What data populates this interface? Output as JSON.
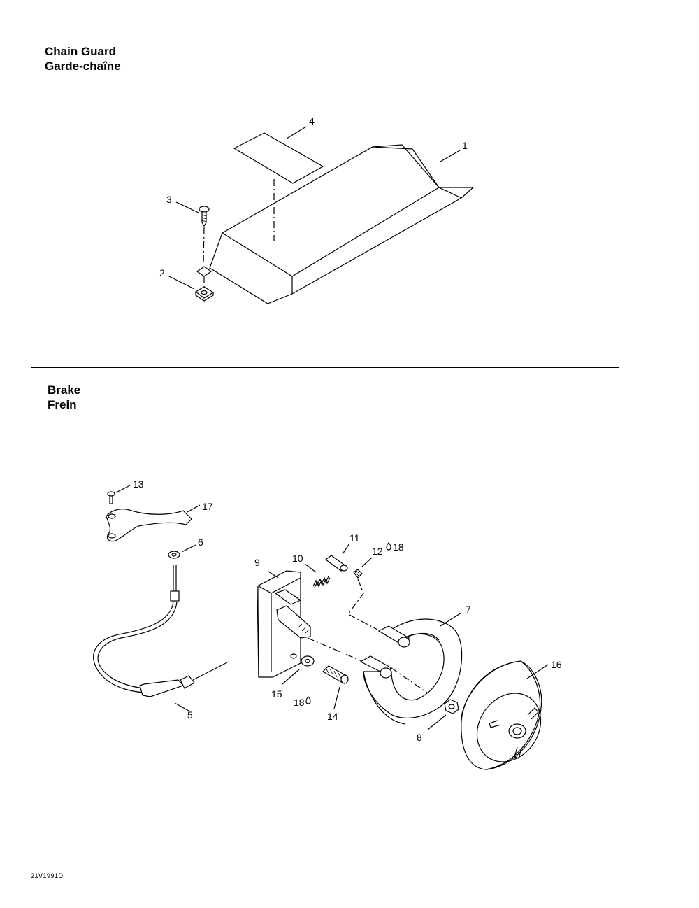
{
  "sections": [
    {
      "title_en": "Chain Guard",
      "title_fr": "Garde-chaîne"
    },
    {
      "title_en": "Brake",
      "title_fr": "Frein"
    }
  ],
  "callouts": {
    "c1": "1",
    "c2": "2",
    "c3": "3",
    "c4": "4",
    "c5": "5",
    "c6": "6",
    "c7": "7",
    "c8": "8",
    "c9": "9",
    "c10": "10",
    "c11": "11",
    "c12": "12",
    "c13": "13",
    "c14": "14",
    "c15": "15",
    "c16": "16",
    "c17": "17",
    "c18a": "18",
    "c18b": "18"
  },
  "footer_code": "21V1991D"
}
